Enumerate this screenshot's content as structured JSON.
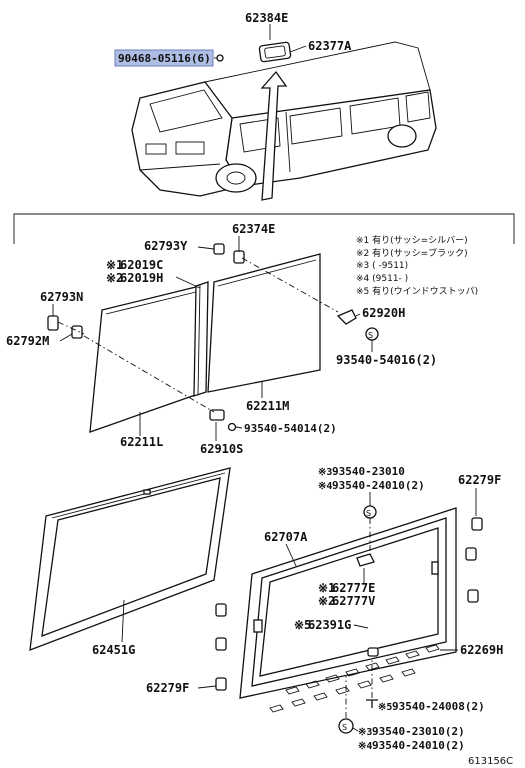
{
  "labels": {
    "p62384E": "62384E",
    "p62377A": "62377A",
    "p90468": "90468-05116(6)",
    "p62374E": "62374E",
    "p62793Y": "62793Y",
    "p62019C": "62019C",
    "p62019H": "62019H",
    "p62793N": "62793N",
    "p62792M": "62792M",
    "p62920H": "62920H",
    "p93540_54016": "93540-54016(2)",
    "p62211M": "62211M",
    "p93540_54014": "93540-54014(2)",
    "p62211L": "62211L",
    "p62910S": "62910S",
    "p93540_23010_top": "93540-23010",
    "p93540_24010_top": "93540-24010(2)",
    "p62279F_top": "62279F",
    "p62707A": "62707A",
    "p62777E": "62777E",
    "p62777V": "62777V",
    "p62391G": "62391G",
    "p62451G": "62451G",
    "p62269H": "62269H",
    "p62279F_bottom": "62279F",
    "p93540_24008": "93540-24008(2)",
    "p93540_23010_bot": "93540-23010(2)",
    "p93540_24010_bot": "93540-24010(2)",
    "diagram_id": "613156C"
  },
  "markers": {
    "m1": "※1",
    "m2": "※2",
    "m3": "※3",
    "m4": "※4",
    "m5": "※5"
  },
  "notes": [
    "※1 有り(サッシ=シルバー)",
    "※2 有り(サッシ=ブラック)",
    "※3 (      -9511)",
    "※4 (9511-      )",
    "※5 有り(ウインドウストッパ)"
  ],
  "colors": {
    "highlight": "#aebde3"
  }
}
